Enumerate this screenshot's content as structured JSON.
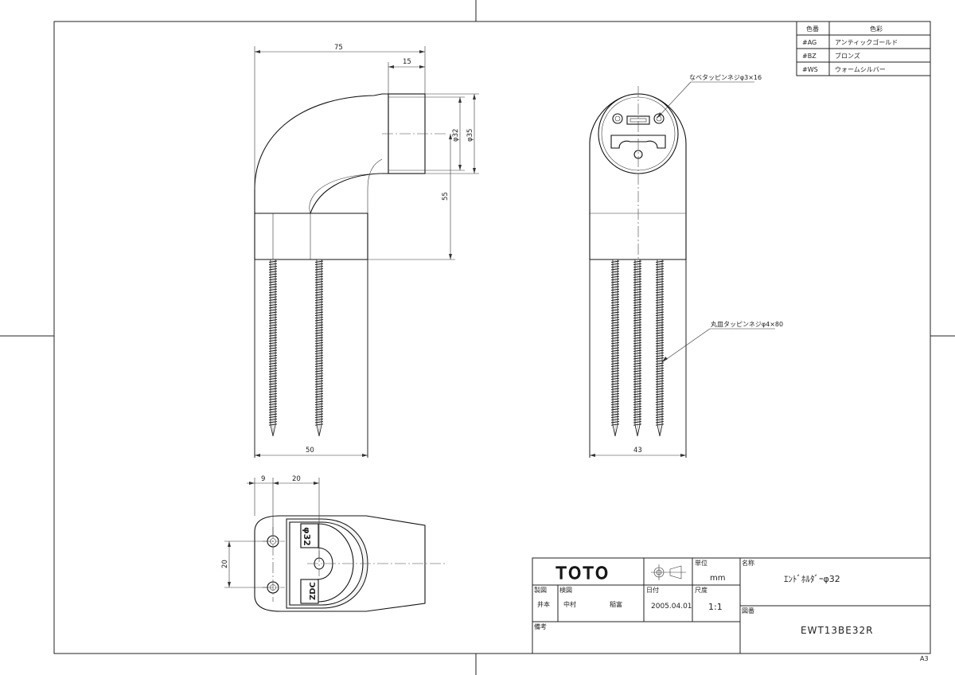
{
  "color_table": {
    "header_code": "色番",
    "header_color": "色彩",
    "rows": [
      {
        "code": "#AG",
        "name": "アンティックゴールド"
      },
      {
        "code": "#BZ",
        "name": "ブロンズ"
      },
      {
        "code": "#WS",
        "name": "ウォームシルバー"
      }
    ]
  },
  "callouts": {
    "pan_screw": "なべタッピンネジφ3×16",
    "round_screw": "丸皿タッピンネジφ4×80"
  },
  "dimensions": {
    "width_75": "75",
    "width_15": "15",
    "dia_32": "φ32",
    "dia_35": "φ35",
    "height_55": "55",
    "width_50": "50",
    "width_43": "43",
    "width_9": "9",
    "width_20": "20",
    "height_20": "20"
  },
  "base_markings": {
    "dia": "φ32",
    "material": "ZDC"
  },
  "title_block": {
    "logo": "TOTO",
    "unit_label": "単位",
    "unit_value": "mm",
    "name_label": "名称",
    "name_value": "ｴﾝﾄﾞﾎﾙﾀﾞｰφ32",
    "drawn_label": "製図",
    "drawn_value": "井本",
    "checked_label": "検図",
    "checked_value": "中村",
    "approved_value": "稲富",
    "date_label": "日付",
    "date_value": "2005.04.01",
    "scale_label": "尺度",
    "scale_value": "1:1",
    "number_label": "図番",
    "number_value": "EWT13BE32R",
    "remarks_label": "備考"
  },
  "sheet_size": "A3"
}
